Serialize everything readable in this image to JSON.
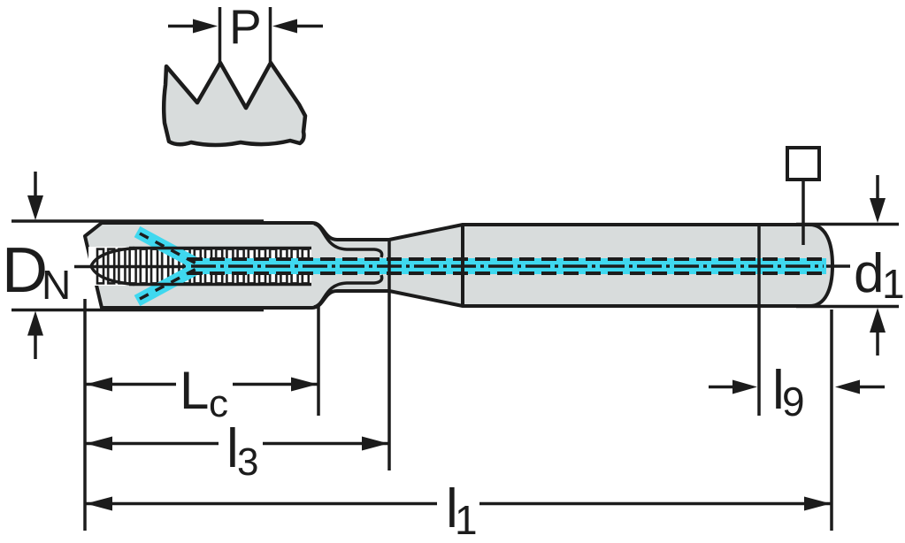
{
  "diagram": {
    "title": "tap-dimension-drawing",
    "labels": {
      "pitch": {
        "text": "P"
      },
      "nominal_diameter": {
        "text": "D",
        "subscript": "N"
      },
      "shank_diameter": {
        "text": "d",
        "subscript": "1"
      },
      "thread_length": {
        "text": "L",
        "subscript": "c"
      },
      "thread_neck_length": {
        "text": "l",
        "subscript": "3"
      },
      "overall_length": {
        "text": "l",
        "subscript": "1"
      },
      "square_length": {
        "text": "l",
        "subscript": "9"
      }
    },
    "icons": {
      "square_drive": "hollow-square-symbol"
    },
    "colors": {
      "line": "#1c1c1c",
      "body_fill": "#d8dcdc",
      "band_fill": "#ffffff",
      "coolant": "#3fd8ef",
      "background": "#ffffff"
    }
  }
}
